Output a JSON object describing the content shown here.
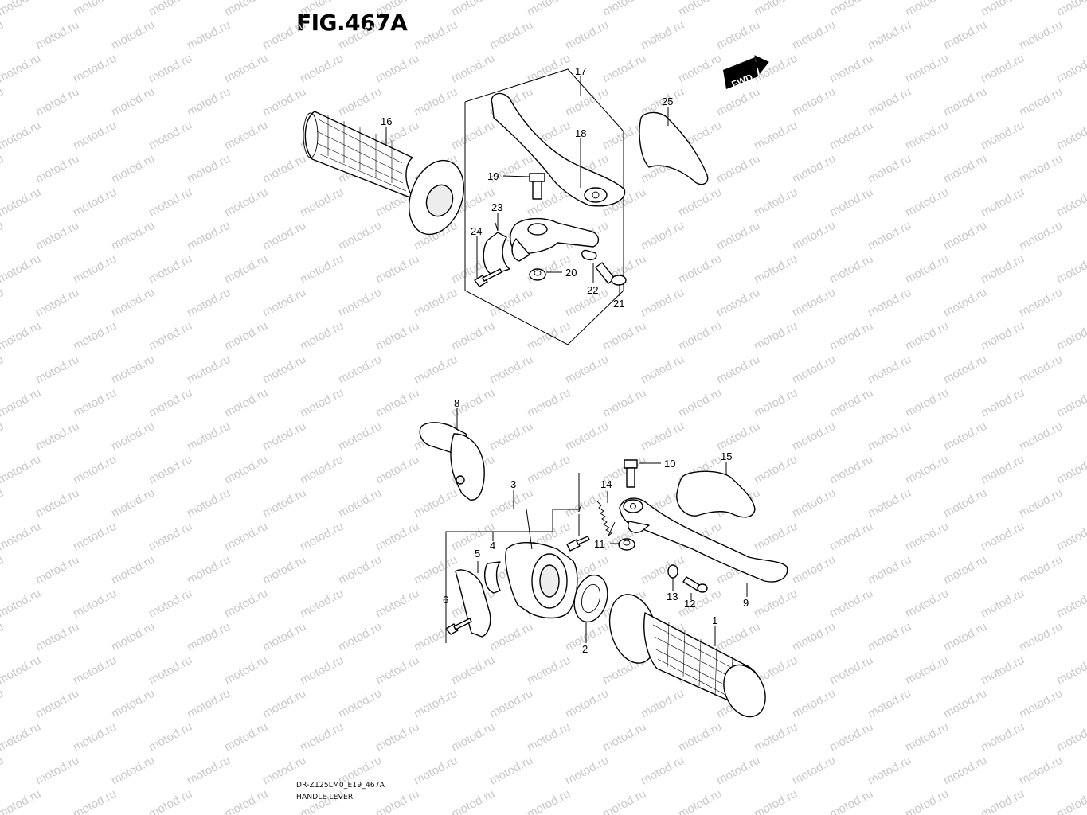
{
  "figure": {
    "title": "FIG.467A",
    "code": "DR-Z125LM0_E19_467A",
    "name": "HANDLE LEVER",
    "watermark": "motod.ru",
    "direction_badge": "FWD"
  },
  "callouts": {
    "c1": "1",
    "c2": "2",
    "c3": "3",
    "c4": "4",
    "c5": "5",
    "c6": "6",
    "c7": "7",
    "c8": "8",
    "c9": "9",
    "c10": "10",
    "c11": "11",
    "c12": "12",
    "c13": "13",
    "c14": "14",
    "c15": "15",
    "c16": "16",
    "c17": "17",
    "c18": "18",
    "c19": "19",
    "c20": "20",
    "c21": "21",
    "c22": "22",
    "c23": "23",
    "c24": "24",
    "c25": "25"
  }
}
